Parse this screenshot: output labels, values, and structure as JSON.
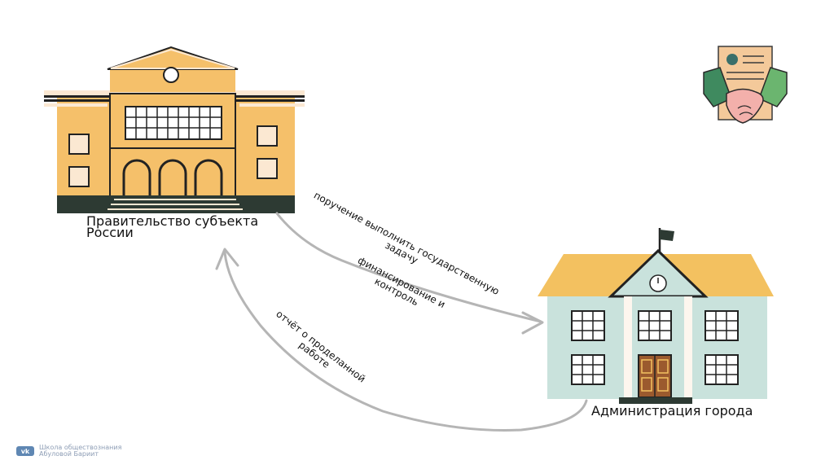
{
  "nodes": {
    "government": {
      "label_line1": "Правительство субъекта",
      "label_line2": "России"
    },
    "city_admin": {
      "label": "Администрация города"
    }
  },
  "edges": {
    "order": {
      "line1": "поручение выполнить государственную",
      "line2": "задачу"
    },
    "financing": {
      "line1": "финансирование и",
      "line2": "контроль"
    },
    "report": {
      "line1": "отчёт о проделанной",
      "line2": "работе"
    }
  },
  "watermark": {
    "icon": "vk-logo",
    "line1": "Школа обществознания",
    "line2": "Абуловой Бариит"
  },
  "colors": {
    "government_building": "#f5c06a",
    "city_building": "#c9e2dc",
    "roof": "#f3c160",
    "arrow": "#b5b5b5"
  }
}
